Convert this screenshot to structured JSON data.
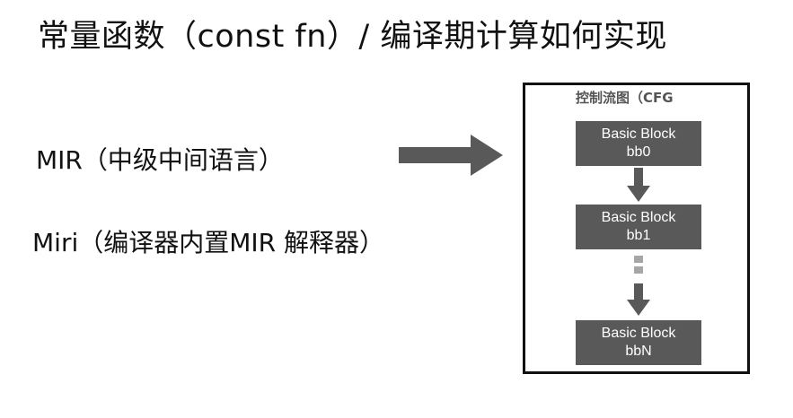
{
  "title": "常量函数（const fn）/ 编译期计算如何实现",
  "labels": {
    "mir": "MIR（中级中间语言）",
    "miri": "Miri（编译器内置MIR 解释器）"
  },
  "cfg": {
    "title": "控制流图（CFG",
    "blocks": [
      {
        "line1": "Basic Block",
        "line2": "bb0"
      },
      {
        "line1": "Basic Block",
        "line2": "bb1"
      },
      {
        "line1": "Basic Block",
        "line2": "bbN"
      }
    ]
  },
  "colors": {
    "block_fill": "#595959",
    "arrow_fill": "#595959",
    "frame_border": "#111111",
    "dotted_fill": "#a6a6a6"
  }
}
